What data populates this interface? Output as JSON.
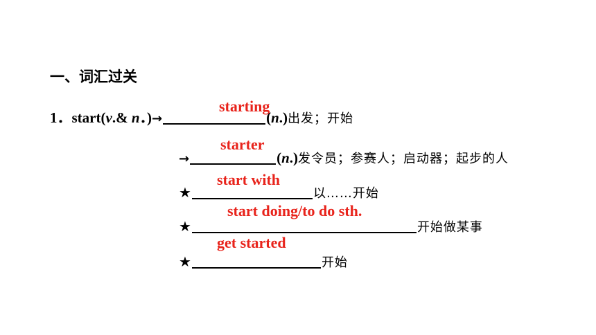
{
  "heading": "一、词汇过关",
  "item1": {
    "number": "1．",
    "word": "start(",
    "pos_v": "v",
    "pos_rest": ".& ",
    "pos_n": "n",
    "pos_close": "．)",
    "arrow": "→",
    "answer": "starting",
    "paren_open": "(",
    "paren_n": "n",
    "paren_close": ".)",
    "meaning": "出发；开始"
  },
  "item2": {
    "arrow": "→",
    "answer": "starter",
    "paren_open": "(",
    "paren_n": "n",
    "paren_close": ".)",
    "meaning": "发令员；参赛人；启动器；起步的人"
  },
  "item3": {
    "star": "★",
    "answer": "start with",
    "meaning": "以……开始"
  },
  "item4": {
    "star": "★",
    "answer": "start doing/to do sth.",
    "meaning": "开始做某事"
  },
  "item5": {
    "star": "★",
    "answer": "get started",
    "meaning": "开始"
  },
  "colors": {
    "answer": "#e8231b",
    "text": "#000000"
  }
}
